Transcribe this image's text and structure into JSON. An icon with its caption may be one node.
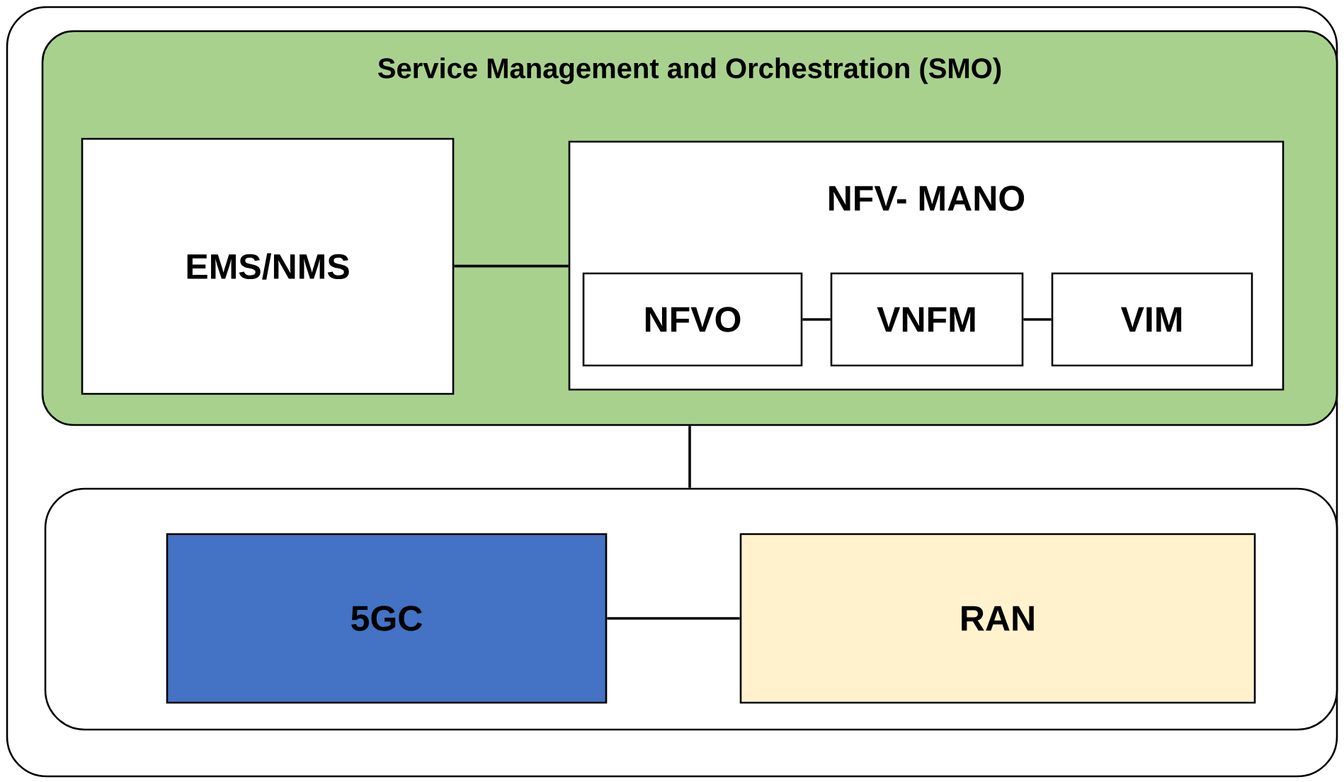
{
  "diagram": {
    "nodes": [
      {
        "text": [],
        "shape": "box"
      },
      {
        "text": [
          "Service Management and Orchestration (SMO)"
        ],
        "in": 0
      },
      {
        "text": [
          "EMS/NMS"
        ],
        "in": 1
      },
      {
        "text": [
          "NFV- MANO"
        ],
        "in": 1
      },
      {
        "text": [
          "NFVO"
        ],
        "in": 3
      },
      {
        "text": [
          "VNFM"
        ],
        "in": 3
      },
      {
        "text": [
          "VIM"
        ],
        "in": 3
      },
      {
        "text": [],
        "shape": "box",
        "in": 0
      },
      {
        "text": [
          "5GC"
        ],
        "in": 7
      },
      {
        "text": [
          "RAN"
        ],
        "in": 7
      }
    ],
    "edges": [
      {
        "from": 2,
        "to": 3,
        "arrow": "none"
      },
      {
        "from": 4,
        "to": 5,
        "arrow": "none"
      },
      {
        "from": 5,
        "to": 6,
        "arrow": "none"
      },
      {
        "from": 1,
        "to": 7,
        "arrow": "none"
      },
      {
        "from": 8,
        "to": 9,
        "arrow": "none"
      }
    ]
  }
}
